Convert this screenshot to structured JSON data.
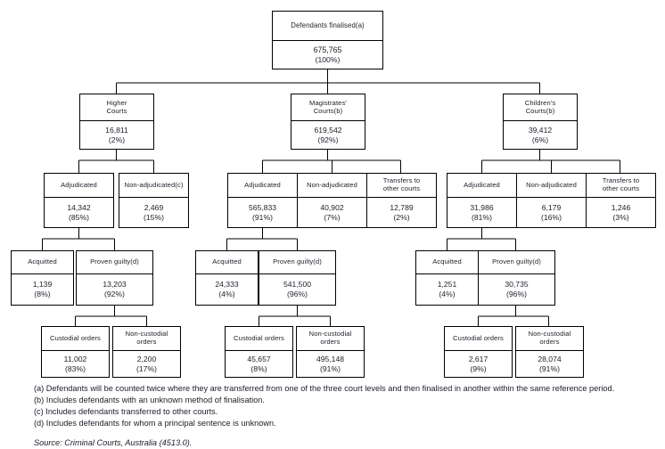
{
  "chart_data": {
    "type": "diagram",
    "title": "Defendants finalised flow by court level",
    "nodes": [
      {
        "id": "root",
        "label": "Defendants finalised(a)",
        "value": "675,765",
        "pct": "(100%)"
      },
      {
        "id": "higher",
        "label": "Higher\nCourts",
        "value": "16,811",
        "pct": "(2%)"
      },
      {
        "id": "mags",
        "label": "Magistrates'\nCourts(b)",
        "value": "619,542",
        "pct": "(92%)"
      },
      {
        "id": "child",
        "label": "Children's\nCourts(b)",
        "value": "39,412",
        "pct": "(6%)"
      },
      {
        "id": "h-adj",
        "label": "Adjudicated",
        "value": "14,342",
        "pct": "(85%)"
      },
      {
        "id": "h-nonadj",
        "label": "Non-adjudicated(c)",
        "value": "2,469",
        "pct": "(15%)"
      },
      {
        "id": "m-adj",
        "label": "Adjudicated",
        "value": "565,833",
        "pct": "(91%)"
      },
      {
        "id": "m-nonadj",
        "label": "Non-adjudicated",
        "value": "40,902",
        "pct": "(7%)"
      },
      {
        "id": "m-trans",
        "label": "Transfers to\nother courts",
        "value": "12,789",
        "pct": "(2%)"
      },
      {
        "id": "c-adj",
        "label": "Adjudicated",
        "value": "31,986",
        "pct": "(81%)"
      },
      {
        "id": "c-nonadj",
        "label": "Non-adjudicated",
        "value": "6,179",
        "pct": "(16%)"
      },
      {
        "id": "c-trans",
        "label": "Transfers to\nother courts",
        "value": "1,246",
        "pct": "(3%)"
      },
      {
        "id": "h-acq",
        "label": "Acquitted",
        "value": "1,139",
        "pct": "(8%)"
      },
      {
        "id": "h-guilty",
        "label": "Proven guilty(d)",
        "value": "13,203",
        "pct": "(92%)"
      },
      {
        "id": "m-acq",
        "label": "Acquitted",
        "value": "24,333",
        "pct": "(4%)"
      },
      {
        "id": "m-guilty",
        "label": "Proven guilty(d)",
        "value": "541,500",
        "pct": "(96%)"
      },
      {
        "id": "c-acq",
        "label": "Acquitted",
        "value": "1,251",
        "pct": "(4%)"
      },
      {
        "id": "c-guilty",
        "label": "Proven guilty(d)",
        "value": "30,735",
        "pct": "(96%)"
      },
      {
        "id": "h-cust",
        "label": "Custodial orders",
        "value": "11,002",
        "pct": "(83%)"
      },
      {
        "id": "h-noncust",
        "label": "Non-custodial\norders",
        "value": "2,200",
        "pct": "(17%)"
      },
      {
        "id": "m-cust",
        "label": "Custodial orders",
        "value": "45,657",
        "pct": "(8%)"
      },
      {
        "id": "m-noncust",
        "label": "Non-custodial\norders",
        "value": "495,148",
        "pct": "(91%)"
      },
      {
        "id": "c-cust",
        "label": "Custodial orders",
        "value": "2,617",
        "pct": "(9%)"
      },
      {
        "id": "c-noncust",
        "label": "Non-custodial\norders",
        "value": "28,074",
        "pct": "(91%)"
      }
    ],
    "edges": [
      [
        "root",
        "higher"
      ],
      [
        "root",
        "mags"
      ],
      [
        "root",
        "child"
      ],
      [
        "higher",
        "h-adj"
      ],
      [
        "higher",
        "h-nonadj"
      ],
      [
        "mags",
        "m-adj"
      ],
      [
        "mags",
        "m-nonadj"
      ],
      [
        "mags",
        "m-trans"
      ],
      [
        "child",
        "c-adj"
      ],
      [
        "child",
        "c-nonadj"
      ],
      [
        "child",
        "c-trans"
      ],
      [
        "h-adj",
        "h-acq"
      ],
      [
        "h-adj",
        "h-guilty"
      ],
      [
        "m-adj",
        "m-acq"
      ],
      [
        "m-adj",
        "m-guilty"
      ],
      [
        "c-adj",
        "c-acq"
      ],
      [
        "c-adj",
        "c-guilty"
      ],
      [
        "h-guilty",
        "h-cust"
      ],
      [
        "h-guilty",
        "h-noncust"
      ],
      [
        "m-guilty",
        "m-cust"
      ],
      [
        "m-guilty",
        "m-noncust"
      ],
      [
        "c-guilty",
        "c-cust"
      ],
      [
        "c-guilty",
        "c-noncust"
      ]
    ],
    "colors": {
      "box_border": "#000000",
      "box_fill": "#ffffff",
      "text": "#1d1d29"
    }
  },
  "boxes": {
    "root": {
      "label": "Defendants finalised(a)",
      "value": "675,765",
      "pct": "(100%)"
    },
    "higher": {
      "label": "Higher\nCourts",
      "value": "16,811",
      "pct": "(2%)"
    },
    "mags": {
      "label": "Magistrates'\nCourts(b)",
      "value": "619,542",
      "pct": "(92%)"
    },
    "child": {
      "label": "Children's\nCourts(b)",
      "value": "39,412",
      "pct": "(6%)"
    },
    "h_adj": {
      "label": "Adjudicated",
      "value": "14,342",
      "pct": "(85%)"
    },
    "h_nonadj": {
      "label": "Non-adjudicated(c)",
      "value": "2,469",
      "pct": "(15%)"
    },
    "m_adj": {
      "label": "Adjudicated",
      "value": "565,833",
      "pct": "(91%)"
    },
    "m_nonadj": {
      "label": "Non-adjudicated",
      "value": "40,902",
      "pct": "(7%)"
    },
    "m_trans": {
      "label": "Transfers to\nother courts",
      "value": "12,789",
      "pct": "(2%)"
    },
    "c_adj": {
      "label": "Adjudicated",
      "value": "31,986",
      "pct": "(81%)"
    },
    "c_nonadj": {
      "label": "Non-adjudicated",
      "value": "6,179",
      "pct": "(16%)"
    },
    "c_trans": {
      "label": "Transfers to\nother courts",
      "value": "1,246",
      "pct": "(3%)"
    },
    "h_acq": {
      "label": "Acquitted",
      "value": "1,139",
      "pct": "(8%)"
    },
    "h_guilty": {
      "label": "Proven guilty(d)",
      "value": "13,203",
      "pct": "(92%)"
    },
    "m_acq": {
      "label": "Acquitted",
      "value": "24,333",
      "pct": "(4%)"
    },
    "m_guilty": {
      "label": "Proven guilty(d)",
      "value": "541,500",
      "pct": "(96%)"
    },
    "c_acq": {
      "label": "Acquitted",
      "value": "1,251",
      "pct": "(4%)"
    },
    "c_guilty": {
      "label": "Proven guilty(d)",
      "value": "30,735",
      "pct": "(96%)"
    },
    "h_cust": {
      "label": "Custodial orders",
      "value": "11,002",
      "pct": "(83%)"
    },
    "h_noncust": {
      "label": "Non-custodial\norders",
      "value": "2,200",
      "pct": "(17%)"
    },
    "m_cust": {
      "label": "Custodial orders",
      "value": "45,657",
      "pct": "(8%)"
    },
    "m_noncust": {
      "label": "Non-custodial\norders",
      "value": "495,148",
      "pct": "(91%)"
    },
    "c_cust": {
      "label": "Custodial orders",
      "value": "2,617",
      "pct": "(9%)"
    },
    "c_noncust": {
      "label": "Non-custodial\norders",
      "value": "28,074",
      "pct": "(91%)"
    }
  },
  "footnotes": {
    "a": "(a) Defendants will be counted twice where they are transferred from one of the three court levels and then finalised in another within the same reference period.",
    "b": "(b) Includes defendants with an unknown method of finalisation.",
    "c": "(c) Includes defendants transferred to other courts.",
    "d": "(d) Includes defendants for whom a principal sentence is unknown.",
    "source": "Source: Criminal Courts, Australia (4513.0)."
  }
}
